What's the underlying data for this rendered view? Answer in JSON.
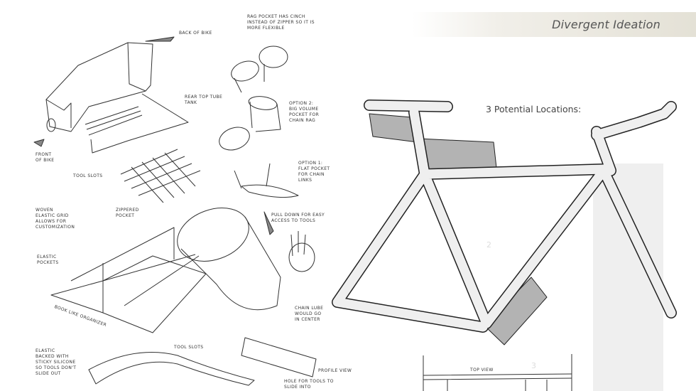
{
  "slide": {
    "title": "Divergent Ideation",
    "locations_heading": "3 Potential Locations:",
    "location_numbers": [
      "2",
      "3"
    ],
    "colors": {
      "bag_fill": "#b3b3b3",
      "frame_fill": "#efefef",
      "outline": "#222222",
      "header_band": "#e4e1d6"
    }
  },
  "sketch_notes": {
    "rag_pocket": "Rag pocket has cinch\ninstead of zipper so it is\nmore flexible",
    "back_of_bike": "Back of bike",
    "rear_top_tube_tank": "Rear top tube\ntank",
    "front_of_bike": "Front\nof bike",
    "tool_slots_top": "Tool slots",
    "option_2": "Option 2:\nBig volume\npocket for\nchain rag",
    "option_1": "Option 1:\nFlat pocket\nfor chain\nlinks",
    "woven_grid": "Woven\nelastic grid\nallows for\ncustomization",
    "zippered_pocket": "Zippered\npocket",
    "pull_down": "Pull down for easy\naccess to tools",
    "elastic_pockets": "Elastic\npockets",
    "book_organizer": "Book like organizer",
    "chain_lube": "Chain lube\nwould go\nin center",
    "tool_slots_bottom": "Tool slots",
    "elastic_backed": "Elastic\nbacked with\nsticky silicone\nso tools don't\nslide out",
    "profile_view": "Profile view",
    "hole_for_tools": "Hole for tools to\nslide into",
    "top_view": "Top view"
  }
}
